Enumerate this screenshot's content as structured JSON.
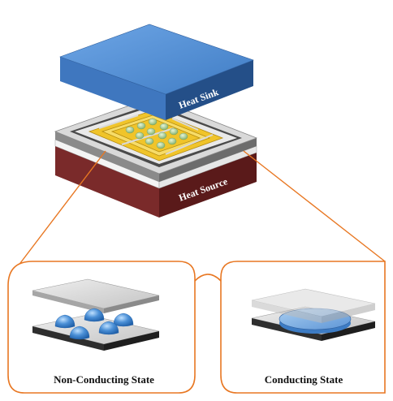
{
  "labels": {
    "heat_sink": "Heat Sink",
    "heat_source": "Heat Source",
    "non_conducting": "Non-Conducting State",
    "conducting": "Conducting State"
  },
  "colors": {
    "heat_sink_top": "#5d95d6",
    "heat_sink_side": "#2f5f9e",
    "heat_source_side": "#6b2424",
    "electrode_gold": "#f0c42a",
    "droplet_green": "#9fc98a",
    "droplet_blue": "#4a8fd6",
    "callout_orange": "#e87722",
    "plate_gray": "#cfcfcf"
  }
}
